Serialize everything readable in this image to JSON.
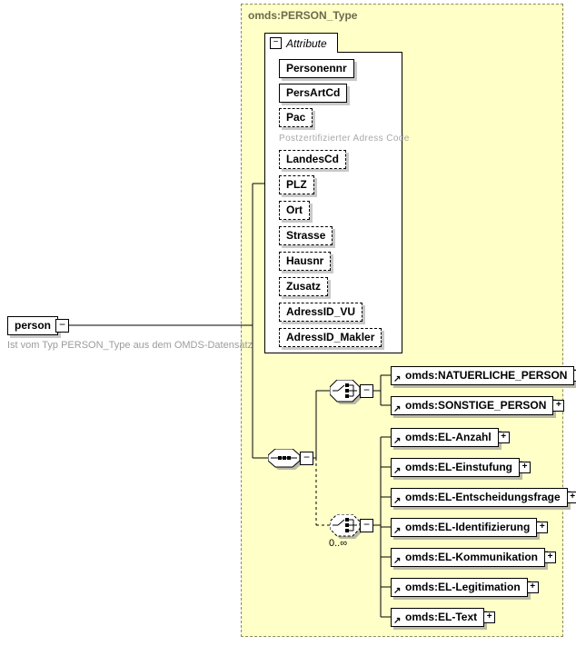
{
  "icons": {
    "collapse": "−",
    "expand": "+",
    "reference_arrow": "↗"
  },
  "root_element": {
    "label": "person",
    "annotation": "Ist vom Typ PERSON_Type aus dem OMDS-Datensatz"
  },
  "type_container": {
    "label": "omds:PERSON_Type"
  },
  "attribute_group": {
    "header": "Attribute",
    "items": [
      {
        "label": "Personennr",
        "use": "required"
      },
      {
        "label": "PersArtCd",
        "use": "required"
      },
      {
        "label": "Pac",
        "use": "optional",
        "annotation": "Postzertifizierter Adress Code"
      },
      {
        "label": "LandesCd",
        "use": "optional"
      },
      {
        "label": "PLZ",
        "use": "optional"
      },
      {
        "label": "Ort",
        "use": "optional"
      },
      {
        "label": "Strasse",
        "use": "optional"
      },
      {
        "label": "Hausnr",
        "use": "optional"
      },
      {
        "label": "Zusatz",
        "use": "optional"
      },
      {
        "label": "AdressID_VU",
        "use": "optional"
      },
      {
        "label": "AdressID_Makler",
        "use": "optional"
      }
    ]
  },
  "content_model": {
    "sequence": {
      "type": "sequence"
    },
    "choice_person": {
      "type": "choice",
      "items": [
        {
          "label": "omds:NATUERLICHE_PERSON"
        },
        {
          "label": "omds:SONSTIGE_PERSON"
        }
      ]
    },
    "choice_el": {
      "type": "choice",
      "occurrence": "0..∞",
      "items": [
        {
          "label": "omds:EL-Anzahl"
        },
        {
          "label": "omds:EL-Einstufung"
        },
        {
          "label": "omds:EL-Entscheidungsfrage"
        },
        {
          "label": "omds:EL-Identifizierung"
        },
        {
          "label": "omds:EL-Kommunikation"
        },
        {
          "label": "omds:EL-Legitimation"
        },
        {
          "label": "omds:EL-Text"
        }
      ]
    }
  },
  "colors": {
    "container_bg": "#ffffc8",
    "container_border": "#8a8a66",
    "container_label": "#6b6b4b",
    "annotation_text": "#9c9c9c",
    "shadow_on_yellow": "#b9b9a4",
    "shadow_on_white": "#c9c9c9"
  }
}
